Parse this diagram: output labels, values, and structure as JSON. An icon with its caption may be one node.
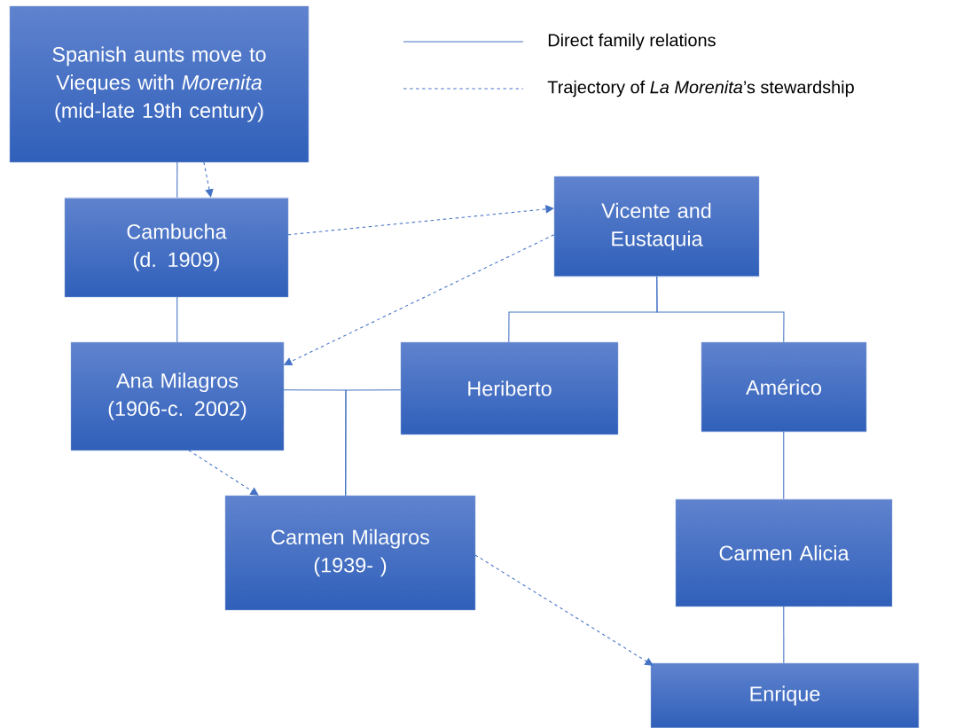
{
  "diagram": {
    "nodes": [
      {
        "text": [
          "Spanish aunts move to Vieques with *Morenita* (mid-late 19th century)"
        ]
      },
      {
        "text": [
          "Cambucha (d. 1909)"
        ]
      },
      {
        "text": [
          "Vicente and Eustaquia"
        ]
      },
      {
        "text": [
          "Ana Milagros (1906-c. 2002)"
        ]
      },
      {
        "text": [
          "Heriberto"
        ]
      },
      {
        "text": [
          "Américo"
        ]
      },
      {
        "text": [
          "Carmen Milagros (1939- )"
        ]
      },
      {
        "text": [
          "Carmen Alicia"
        ]
      },
      {
        "text": [
          "Enrique"
        ]
      }
    ],
    "edges": [
      {
        "from": 0,
        "to": 1,
        "arrow": "none"
      },
      {
        "from": 1,
        "to": 3,
        "arrow": "none"
      },
      {
        "from": 2,
        "to": 4,
        "arrow": "none"
      },
      {
        "from": 2,
        "to": 5,
        "arrow": "none"
      },
      {
        "from": 3,
        "to": 6,
        "arrow": "none"
      },
      {
        "from": 4,
        "to": 6,
        "arrow": "none"
      },
      {
        "from": 5,
        "to": 7,
        "arrow": "none"
      },
      {
        "from": 7,
        "to": 8,
        "arrow": "none"
      },
      {
        "from": 0,
        "to": 1,
        "arrow": "to",
        "style": "dashed"
      },
      {
        "from": 1,
        "to": 2,
        "arrow": "to",
        "style": "dashed"
      },
      {
        "from": 2,
        "to": 3,
        "arrow": "to",
        "style": "dashed"
      },
      {
        "from": 3,
        "to": 6,
        "arrow": "to",
        "style": "dashed"
      },
      {
        "from": 6,
        "to": 8,
        "arrow": "to",
        "style": "dashed"
      }
    ],
    "legend": [
      {
        "text": "Direct family relations"
      },
      {
        "text": "Trajectory of *La Morenita*’s stewardship"
      }
    ]
  }
}
